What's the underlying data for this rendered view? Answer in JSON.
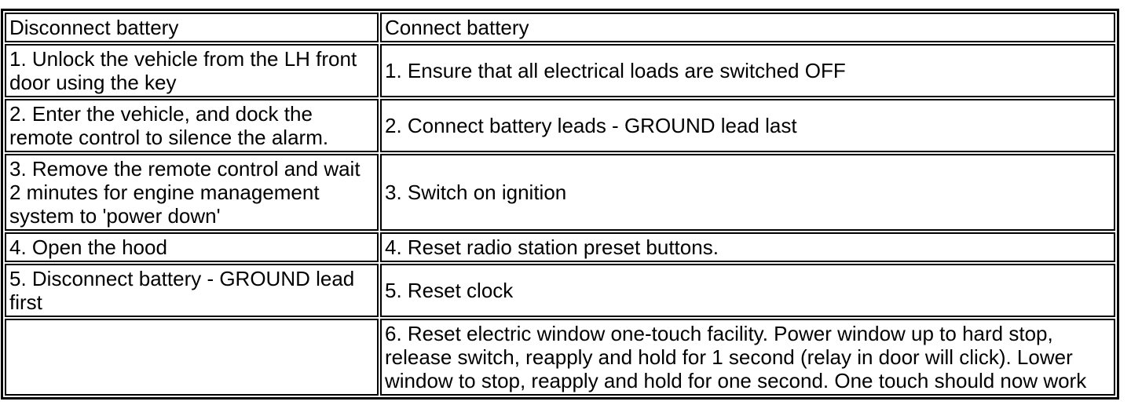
{
  "colors": {
    "background": "#ffffff",
    "border": "#000000",
    "text": "#000000"
  },
  "table": {
    "headers": [
      "Disconnect battery",
      "Connect battery"
    ],
    "rows": [
      [
        "1. Unlock the vehicle from the LH front door using the key",
        "1. Ensure that all electrical loads are switched OFF"
      ],
      [
        "2. Enter the vehicle, and dock the remote control to silence the alarm.",
        "2. Connect battery leads - GROUND lead last"
      ],
      [
        "3. Remove the remote control and wait 2 minutes for engine management system to 'power down'",
        "3. Switch on ignition"
      ],
      [
        "4. Open the hood",
        "4. Reset radio station preset buttons."
      ],
      [
        "5. Disconnect battery - GROUND lead first",
        "5. Reset clock"
      ],
      [
        "",
        "6. Reset electric window one-touch facility. Power window up to hard stop, release switch, reapply and hold for 1 second (relay in door will click). Lower window to stop, reapply and hold for one second. One touch should now work"
      ]
    ]
  }
}
